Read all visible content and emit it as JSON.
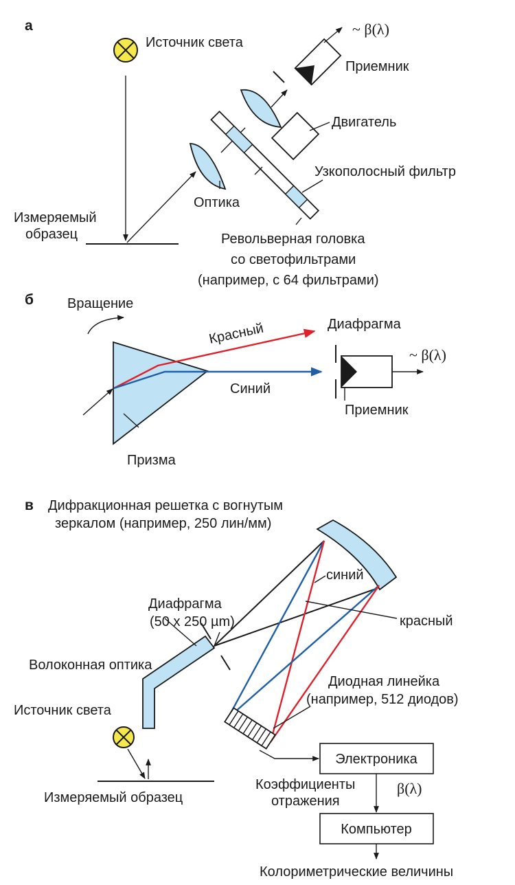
{
  "panel_a": {
    "letter": "а",
    "light_source": "Источник света",
    "output": "~ β(λ)",
    "receiver": "Приемник",
    "motor": "Двигатель",
    "filter": "Узкополосный фильтр",
    "sample_line1": "Измеряемый",
    "sample_line2": "образец",
    "optics": "Оптика",
    "head_line1": "Револьверная головка",
    "head_line2": "со светофильтрами",
    "head_line3": "(например, с 64 фильтрами)"
  },
  "panel_b": {
    "letter": "б",
    "rotation": "Вращение",
    "red": "Красный",
    "blue": "Синий",
    "diaphragm": "Диафрагма",
    "output": "~ β(λ)",
    "receiver": "Приемник",
    "prism": "Призма"
  },
  "panel_c": {
    "letter": "в",
    "grating_line1": "Дифракционная  решетка с вогнутым",
    "grating_line2": "зеркалом (например, 250 лин/мм)",
    "blue": "синий",
    "red": "красный",
    "diaphragm_line1": "Диафрагма",
    "diaphragm_line2": "(50 x 250 µm)",
    "fiber": "Волоконная оптика",
    "diode_line1": "Диодная линейка",
    "diode_line2": "(например, 512 диодов)",
    "light_source": "Источник света",
    "electronics": "Электроника",
    "coef_line1": "Коэффициенты",
    "coef_line2": "отражения",
    "beta": "β(λ)",
    "sample": "Измеряемый образец",
    "computer": "Компьютер",
    "colorimetric": "Колориметрические величины"
  },
  "colors": {
    "red_beam": "#e0202a",
    "blue_beam": "#1f5fa8",
    "component_fill": "#bfe3f5",
    "lamp_fill": "#f5e84a"
  }
}
